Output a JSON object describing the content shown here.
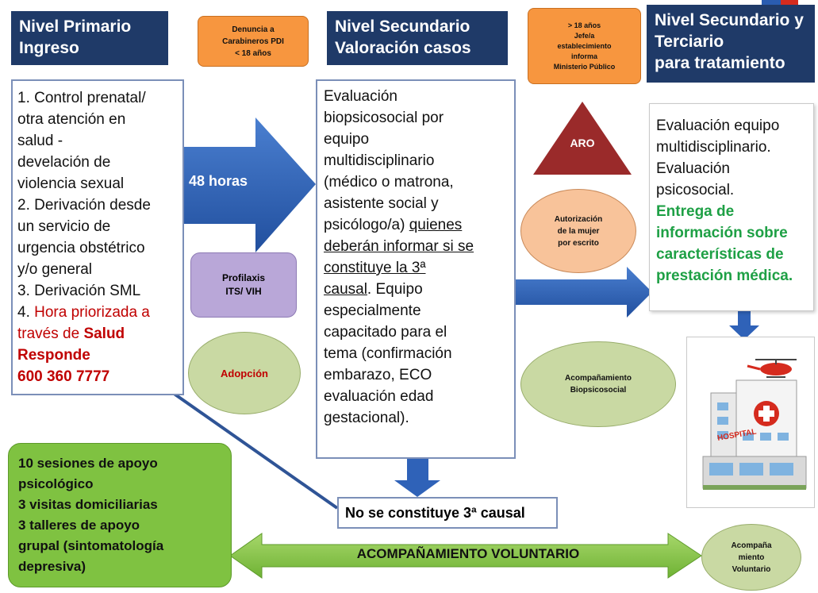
{
  "headers": {
    "primary": "Nivel Primario\nIngreso",
    "secondary": "Nivel Secundario\nValoración casos",
    "tertiary": "Nivel Secundario y\nTerciario\npara tratamiento"
  },
  "badges": {
    "denuncia": "Denuncia a\nCarabineros PDI\n< 18 años",
    "ministerio": "> 18 años\nJefe/a\nestablecimiento\ninforma\nMinisterio Público",
    "profilaxis": "Profilaxis\nITS/ VIH",
    "adopcion": "Adopción",
    "autorizacion": "Autorización\nde la mujer\npor escrito",
    "acompanamiento_bio": "Acompañamiento\nBiopsicosocial",
    "acompanamiento_vol": "Acompaña\nmiento\nVoluntario",
    "aro": "ARO",
    "hours": "48 horas",
    "voluntario_bar": "ACOMPAÑAMIENTO VOLUNTARIO",
    "hospital_sign": "HOSPITAL"
  },
  "primary_box": {
    "line1": "1. Control prenatal/",
    "line2": "otra atención en",
    "line3": "salud -",
    "line4": "develación de",
    "line5": "violencia sexual",
    "line6": "2. Derivación desde",
    "line7": "un servicio de",
    "line8": "urgencia obstétrico",
    "line9": "y/o general",
    "line10": "3. Derivación SML",
    "line11_a": "4. ",
    "line11_b": "Hora priorizada a",
    "line12_a": "través de ",
    "line12_b": "Salud",
    "line13": "Responde",
    "line14": "600 360 7777"
  },
  "secondary_box": {
    "l1": "Evaluación",
    "l2": "biopsicosocial por",
    "l3": "equipo",
    "l4": "multidisciplinario",
    "l5": "(médico o matrona,",
    "l6": "asistente social y",
    "l7_a": "psicólogo/a) ",
    "l7_b": "quienes",
    "l8": "deberán informar si se",
    "l9": "constituye la 3ª",
    "l10_a": "causal",
    "l10_b": ". Equipo",
    "l11": "especialmente",
    "l12": "capacitado para el",
    "l13": "tema (confirmación",
    "l14": "embarazo, ECO",
    "l15": "evaluación edad",
    "l16": "gestacional)."
  },
  "tertiary_box": {
    "l1": "Evaluación equipo",
    "l2": "multidisciplinario.",
    "l3": "Evaluación",
    "l4": "psicosocial.",
    "g1": "Entrega de",
    "g2": "información sobre",
    "g3": "características de",
    "g4": "prestación médica."
  },
  "no_causal": "No se constituye 3ª causal",
  "green_box": {
    "l1": "10 sesiones de apoyo",
    "l2": "psicológico",
    "l3": "3 visitas domiciliarias",
    "l4": "3 talleres de apoyo",
    "l5": "grupal (sintomatología",
    "l6": "depresiva)"
  },
  "colors": {
    "header_bg": "#1f3a68",
    "arrow_blue": "#2f62b8",
    "orange": "#f7963f",
    "green": "#7fc241",
    "green_text": "#1ea045",
    "red_text": "#c00000",
    "purple": "#b9a7d8",
    "olive": "#c9d9a3",
    "peach": "#f8c39a",
    "aro_red": "#9a2a2a"
  }
}
